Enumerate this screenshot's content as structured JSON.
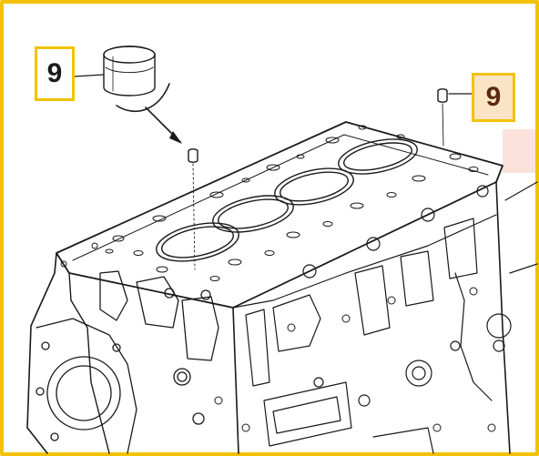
{
  "diagram": {
    "callouts": [
      {
        "id": "left",
        "label": "9"
      },
      {
        "id": "right",
        "label": "9"
      }
    ],
    "colors": {
      "frame": "#f2c200",
      "line": "#1a1a1a",
      "callout_highlight": "#fbe3c6",
      "side_tab": "#fbe3dc"
    }
  }
}
